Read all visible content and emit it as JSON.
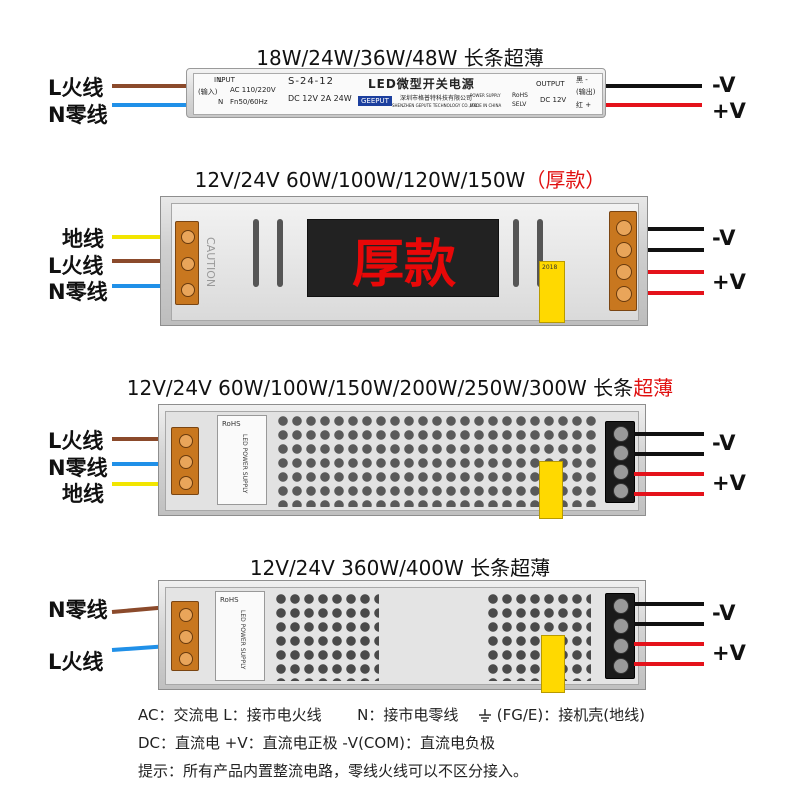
{
  "sections": [
    {
      "title": "18W/24W/36W/48W 长条超薄",
      "inputs": [
        "L火线",
        "N零线"
      ],
      "outputs": [
        "-V",
        "+V"
      ],
      "label": {
        "input_title": "INPUT",
        "input_sub": "(输入)",
        "input_l": "L",
        "input_ac": "AC 110/220V",
        "input_n": "N",
        "input_hz": "Fn50/60Hz",
        "model": "S-24-12",
        "spec": "DC 12V 2A 24W",
        "name": "LED微型开关电源",
        "brand": "GEEPUT",
        "company": "深圳市格普特科技有限公司",
        "company_en": "SHENZHEN GEPUTE TECHNOLOGY CO.,LTD",
        "power_supply": "POWER SUPPLY",
        "made_in": "MADE IN CHINA",
        "rohs": "RoHS",
        "selv": "SELV",
        "output_title": "OUTPUT",
        "output_spec": "DC 12V",
        "black_label": "黑 -",
        "out_sub": "(输出)",
        "red_label": "红 +"
      }
    },
    {
      "title_main": "12V/24V 60W/100W/120W/150W",
      "title_red": "（厚款）",
      "inputs": [
        "地线",
        "L火线",
        "N零线"
      ],
      "outputs": [
        "-V",
        "+V"
      ],
      "overlay": "厚款",
      "caution": "CAUTION",
      "sticker_code": "2018"
    },
    {
      "title_main": "12V/24V 60W/100W/150W/200W/250W/300W 长条",
      "title_red": "超薄",
      "inputs": [
        "L火线",
        "N零线",
        "地线"
      ],
      "outputs": [
        "-V",
        "+V"
      ],
      "led_label": "LED POWER SUPPLY",
      "rohs": "RoHS"
    },
    {
      "title": "12V/24V 360W/400W 长条超薄",
      "inputs": [
        "N零线",
        "L火线"
      ],
      "outputs": [
        "-V",
        "+V"
      ],
      "led_label": "LED POWER SUPPLY",
      "rohs": "RoHS"
    }
  ],
  "legend": {
    "line1_a": "AC：交流电  L：接市电火线",
    "line1_b": "N：接市电零线",
    "line1_c": "(FG/E)：接机壳(地线)",
    "line2": "DC：直流电  +V：直流电正极  -V(COM)：直流电负极",
    "line3": "提示：所有产品内置整流电路，零线火线可以不区分接入。"
  },
  "colors": {
    "brown_wire": "#8b4a2b",
    "blue_wire": "#2090e8",
    "yellow_wire": "#f2e500",
    "black_wire": "#111111",
    "red_wire": "#e4121b",
    "accent_red": "#e01010",
    "terminal_orange": "#c8771f"
  },
  "icons": [
    "ground-symbol-icon"
  ]
}
